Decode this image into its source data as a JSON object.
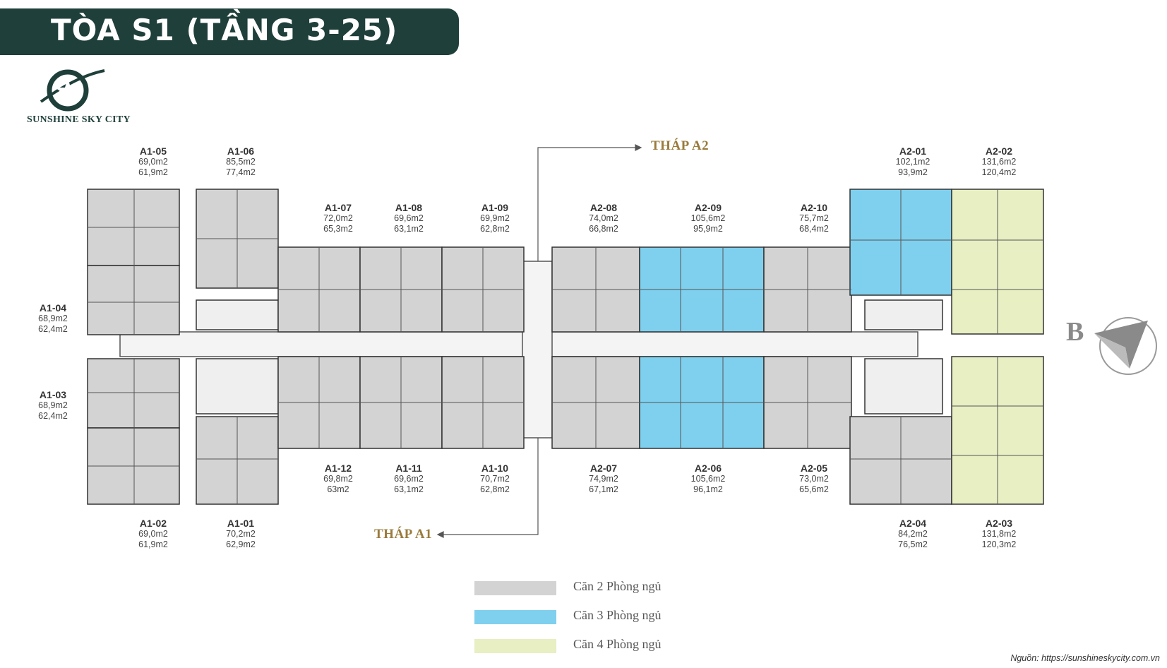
{
  "title": "TÒA S1 (TẦNG 3-25)",
  "brand": "SUNSHINE SKY CITY",
  "towers": {
    "a2": "THÁP A2",
    "a1": "THÁP A1"
  },
  "compass_letter": "B",
  "units": {
    "a1_05": {
      "code": "A1-05",
      "area1": "69,0m2",
      "area2": "61,9m2",
      "type": "2"
    },
    "a1_06": {
      "code": "A1-06",
      "area1": "85,5m2",
      "area2": "77,4m2",
      "type": "2"
    },
    "a1_04": {
      "code": "A1-04",
      "area1": "68,9m2",
      "area2": "62,4m2",
      "type": "2"
    },
    "a1_03": {
      "code": "A1-03",
      "area1": "68,9m2",
      "area2": "62,4m2",
      "type": "2"
    },
    "a1_02": {
      "code": "A1-02",
      "area1": "69,0m2",
      "area2": "61,9m2",
      "type": "2"
    },
    "a1_01": {
      "code": "A1-01",
      "area1": "70,2m2",
      "area2": "62,9m2",
      "type": "2"
    },
    "a1_07": {
      "code": "A1-07",
      "area1": "72,0m2",
      "area2": "65,3m2",
      "type": "2"
    },
    "a1_08": {
      "code": "A1-08",
      "area1": "69,6m2",
      "area2": "63,1m2",
      "type": "2"
    },
    "a1_09": {
      "code": "A1-09",
      "area1": "69,9m2",
      "area2": "62,8m2",
      "type": "2"
    },
    "a1_12": {
      "code": "A1-12",
      "area1": "69,8m2",
      "area2": "63m2",
      "type": "2"
    },
    "a1_11": {
      "code": "A1-11",
      "area1": "69,6m2",
      "area2": "63,1m2",
      "type": "2"
    },
    "a1_10": {
      "code": "A1-10",
      "area1": "70,7m2",
      "area2": "62,8m2",
      "type": "2"
    },
    "a2_08": {
      "code": "A2-08",
      "area1": "74,0m2",
      "area2": "66,8m2",
      "type": "2"
    },
    "a2_09": {
      "code": "A2-09",
      "area1": "105,6m2",
      "area2": "95,9m2",
      "type": "3"
    },
    "a2_10": {
      "code": "A2-10",
      "area1": "75,7m2",
      "area2": "68,4m2",
      "type": "2"
    },
    "a2_07": {
      "code": "A2-07",
      "area1": "74,9m2",
      "area2": "67,1m2",
      "type": "2"
    },
    "a2_06": {
      "code": "A2-06",
      "area1": "105,6m2",
      "area2": "96,1m2",
      "type": "3"
    },
    "a2_05": {
      "code": "A2-05",
      "area1": "73,0m2",
      "area2": "65,6m2",
      "type": "2"
    },
    "a2_01": {
      "code": "A2-01",
      "area1": "102,1m2",
      "area2": "93,9m2",
      "type": "3"
    },
    "a2_02": {
      "code": "A2-02",
      "area1": "131,6m2",
      "area2": "120,4m2",
      "type": "4"
    },
    "a2_04": {
      "code": "A2-04",
      "area1": "84,2m2",
      "area2": "76,5m2",
      "type": "2"
    },
    "a2_03": {
      "code": "A2-03",
      "area1": "131,8m2",
      "area2": "120,3m2",
      "type": "4"
    }
  },
  "colors": {
    "two_bed": "#d3d3d3",
    "three_bed": "#7fd0ee",
    "four_bed": "#e7efc3",
    "title_bg": "#1f3f3a",
    "tower_label": "#9a7b3c"
  },
  "legend": [
    {
      "label": "Căn 2 Phòng ngủ",
      "color": "#d3d3d3"
    },
    {
      "label": "Căn 3 Phòng ngủ",
      "color": "#7fd0ee"
    },
    {
      "label": "Căn 4 Phòng ngủ",
      "color": "#e7efc3"
    }
  ],
  "source": "Nguồn: https://sunshineskycity.com.vn"
}
